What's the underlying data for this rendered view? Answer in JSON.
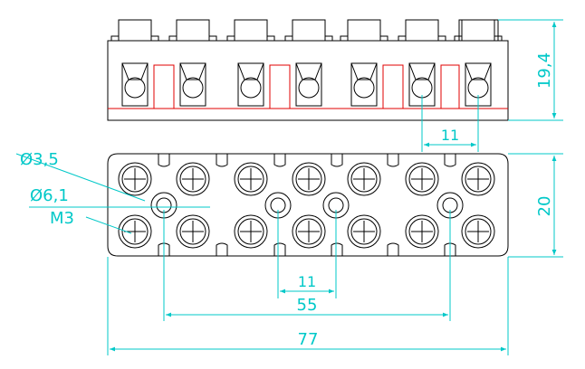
{
  "colors": {
    "outline": "#000000",
    "dimension": "#00c8c8",
    "separator": "#e00000",
    "background": "#ffffff"
  },
  "dimensions": {
    "height_side": "19,4",
    "pitch_side": "11",
    "diameter_hole": "Ø3,5",
    "diameter_mount": "Ø6,1",
    "screw": "M3",
    "height_top": "20",
    "pitch_top": "11",
    "mount_spacing": "55",
    "overall_length": "77"
  }
}
